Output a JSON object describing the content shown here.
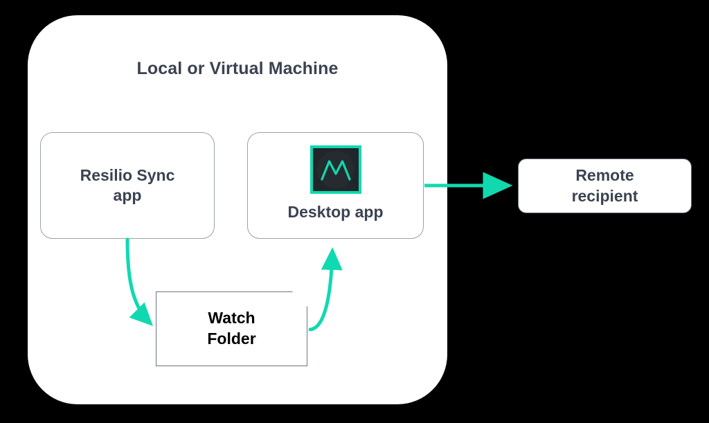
{
  "diagram": {
    "title": "Local or Virtual Machine",
    "background_color": "#000000",
    "accent_color": "#10d9b0",
    "text_color": "#3b4250",
    "container": {
      "name": "Local or Virtual Machine",
      "label": "Local or Virtual Machine",
      "shape": "rounded-rectangle",
      "fill": "#ffffff"
    },
    "nodes": [
      {
        "id": "resilio-sync-app",
        "label": "Resilio Sync\napp",
        "shape": "rounded-rectangle",
        "border_color": "#9aa0a6"
      },
      {
        "id": "desktop-app",
        "label": "Desktop app",
        "shape": "rounded-rectangle",
        "border_color": "#9aa0a6",
        "icon": "app-logo-icon",
        "icon_fill": "#21262b",
        "icon_stroke": "#10d9b0"
      },
      {
        "id": "watch-folder",
        "label": "Watch\nFolder",
        "shape": "note-folded-corner",
        "border_color": "#6b7280"
      },
      {
        "id": "remote-recipient",
        "label": "Remote\nrecipient",
        "shape": "rounded-rectangle",
        "border_color": "#6b7280"
      }
    ],
    "connectors": [
      {
        "id": "resilio-to-watch-folder",
        "from": "resilio-sync-app",
        "to": "watch-folder",
        "style": "curved-arrow",
        "color": "#10d9b0"
      },
      {
        "id": "watch-folder-to-desktop",
        "from": "watch-folder",
        "to": "desktop-app",
        "style": "curved-arrow",
        "color": "#10d9b0"
      },
      {
        "id": "desktop-to-remote",
        "from": "desktop-app",
        "to": "remote-recipient",
        "style": "straight-arrow",
        "color": "#10d9b0"
      }
    ]
  }
}
